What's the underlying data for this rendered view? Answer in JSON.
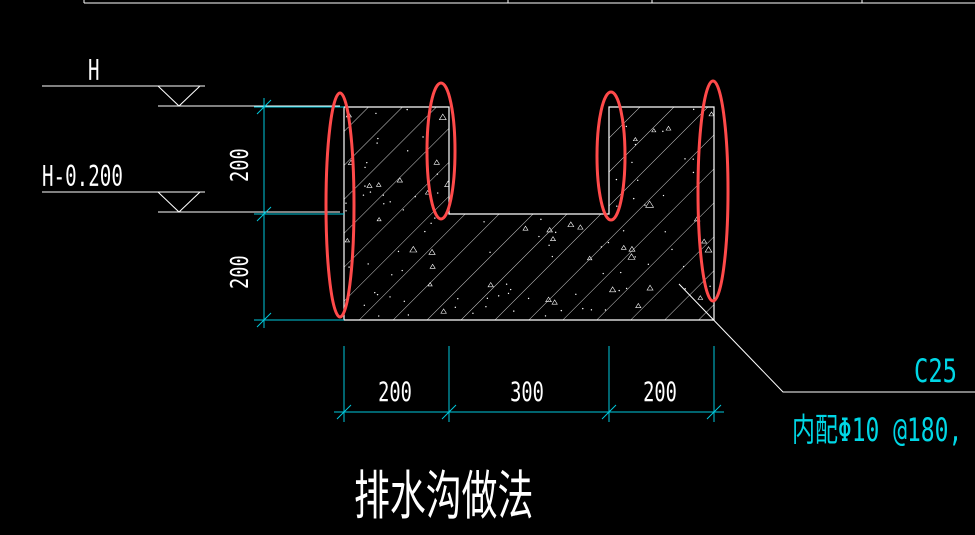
{
  "levels": {
    "top_label": "H",
    "mid_label": "H-0.200"
  },
  "dims": {
    "vertical_upper": "200",
    "vertical_lower": "200",
    "horizontal_left": "200",
    "horizontal_mid": "300",
    "horizontal_right": "200"
  },
  "callout": {
    "material": "C25",
    "reinforcement": "内配Φ10 @180,"
  },
  "title": "排水沟做法",
  "colors": {
    "background": "#000000",
    "line_white": "#ffffff",
    "dimension_cyan": "#00c8dc",
    "text_cyan": "#00d7e6",
    "highlight_red": "#ff4a4a"
  }
}
